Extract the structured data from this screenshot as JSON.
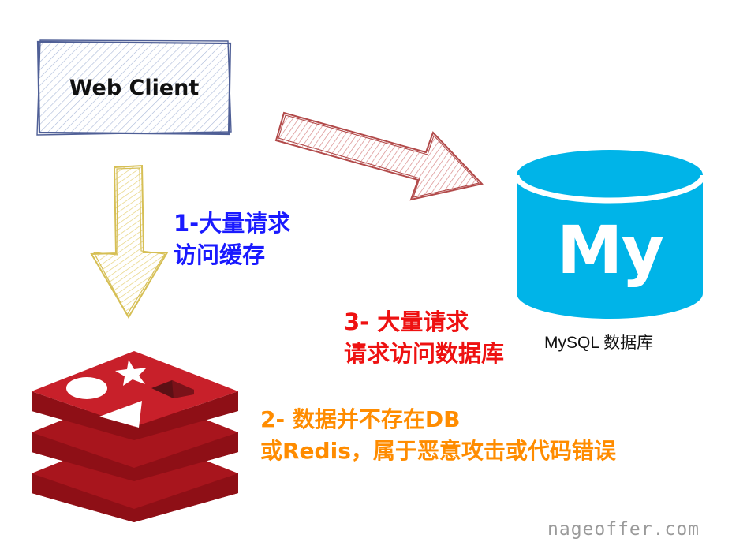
{
  "client": {
    "label": "Web Client"
  },
  "notes": {
    "step1": [
      "1-大量请求",
      "访问缓存"
    ],
    "step3": [
      "3- 大量请求",
      "请求访问数据库"
    ],
    "step2": [
      "2- 数据并不存在DB",
      "或Redis，属于恶意攻击或代码错误"
    ]
  },
  "mysql": {
    "logo_text": "My",
    "caption": "MySQL 数据库"
  },
  "watermark": "nageoffer.com",
  "colors": {
    "step1": "#1a1aff",
    "step3": "#ee1111",
    "step2": "#ff8c00",
    "mysql": "#00b4e8",
    "redis": "#c8202a",
    "client_border": "#5b6fa8"
  },
  "icons": [
    "redis-logo-icon",
    "mysql-logo-icon",
    "arrow-down-icon",
    "arrow-right-icon"
  ]
}
